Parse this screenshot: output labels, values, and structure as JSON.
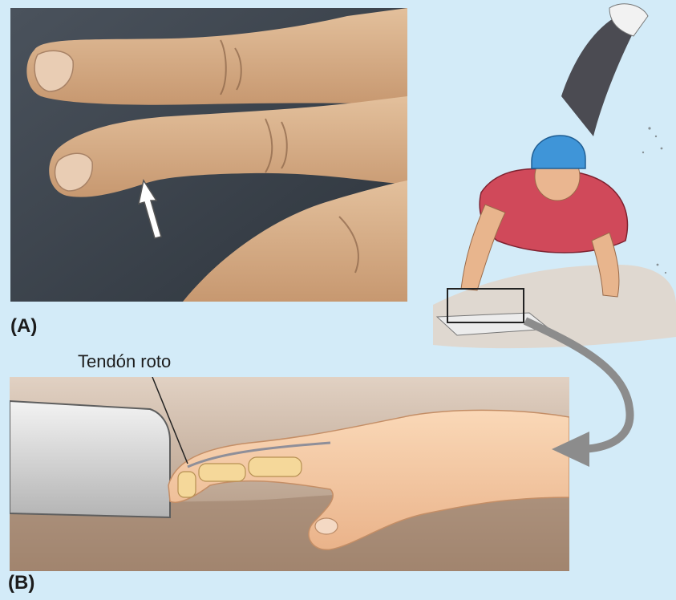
{
  "labels": {
    "panel_a": "(A)",
    "panel_b": "(B)",
    "callout": "Tendón roto"
  },
  "colors": {
    "background": "#d3ebf8",
    "skin": "#f2c49b",
    "photo_background": "#3f4650",
    "ground": "#b59a84",
    "jersey": "#d0495a",
    "helmet": "#3f95d8",
    "arrow": "#8c8c8c"
  }
}
